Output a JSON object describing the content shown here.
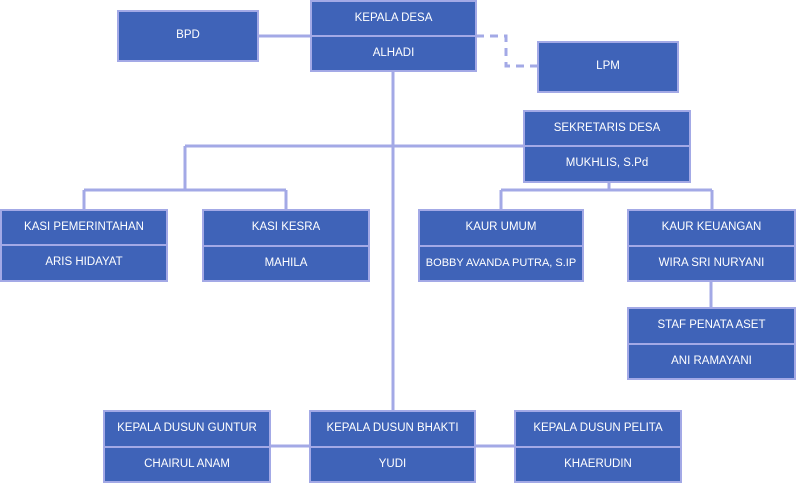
{
  "org": {
    "kepala_desa": {
      "title": "KEPALA DESA",
      "name": "ALHADI"
    },
    "bpd": {
      "label": "BPD"
    },
    "lpm": {
      "label": "LPM"
    },
    "sekretaris": {
      "title": "SEKRETARIS DESA",
      "name": "MUKHLIS, S.Pd"
    },
    "kasi_pemerintahan": {
      "title": "KASI PEMERINTAHAN",
      "name": "ARIS HIDAYAT"
    },
    "kasi_kesra": {
      "title": "KASI KESRA",
      "name": "MAHILA"
    },
    "kaur_umum": {
      "title": "KAUR UMUM",
      "name": "BOBBY AVANDA PUTRA, S.IP"
    },
    "kaur_keuangan": {
      "title": "KAUR KEUANGAN",
      "name": "WIRA SRI NURYANI"
    },
    "staf_aset": {
      "title": "STAF PENATA ASET",
      "name": "ANI RAMAYANI"
    },
    "dusun_guntur": {
      "title": "KEPALA DUSUN GUNTUR",
      "name": "CHAIRUL ANAM"
    },
    "dusun_bhakti": {
      "title": "KEPALA DUSUN BHAKTI",
      "name": "YUDI"
    },
    "dusun_pelita": {
      "title": "KEPALA DUSUN PELITA",
      "name": "KHAERUDIN"
    }
  },
  "colors": {
    "box_fill": "#3f63b8",
    "box_border": "#a3a9e6",
    "line": "#a3a9e6"
  }
}
